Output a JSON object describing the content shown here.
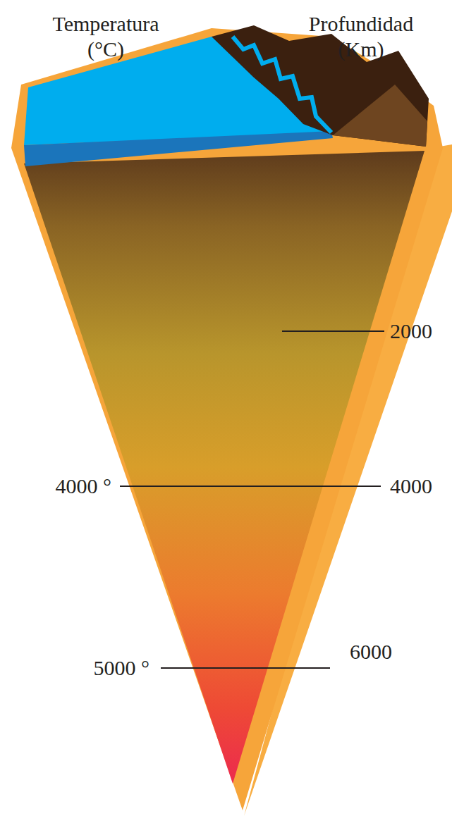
{
  "diagram": {
    "labels": [
      "Temperatura (°C)",
      "Profundidad (Km)",
      "2000",
      "4000 °",
      "4000",
      "5000 °",
      "6000"
    ]
  }
}
